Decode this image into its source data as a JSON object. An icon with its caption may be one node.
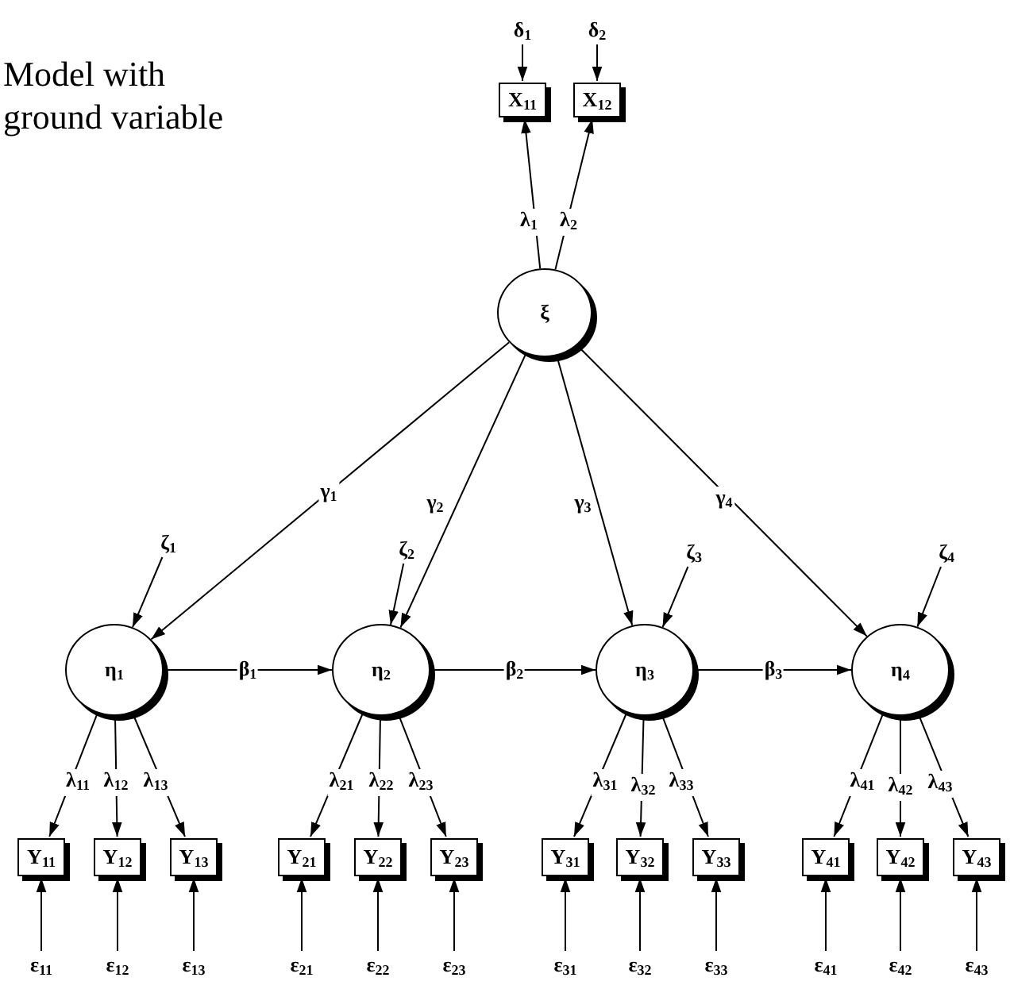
{
  "diagram": {
    "title": "Model with ground variable",
    "nodes": [
      {
        "text": [
          "δ$_{1}$"
        ]
      },
      {
        "text": [
          "δ$_{2}$"
        ]
      },
      {
        "text": [
          "X$_{11}$"
        ]
      },
      {
        "text": [
          "X$_{12}$"
        ]
      },
      {
        "text": [
          "ξ"
        ]
      },
      {
        "text": [
          "ζ$_{1}$"
        ]
      },
      {
        "text": [
          "ζ$_{2}$"
        ]
      },
      {
        "text": [
          "ζ$_{3}$"
        ]
      },
      {
        "text": [
          "ζ$_{4}$"
        ]
      },
      {
        "text": [
          "η$_{1}$"
        ]
      },
      {
        "text": [
          "η$_{2}$"
        ]
      },
      {
        "text": [
          "η$_{3}$"
        ]
      },
      {
        "text": [
          "η$_{4}$"
        ]
      },
      {
        "text": [
          "Y$_{11}$"
        ]
      },
      {
        "text": [
          "Y$_{12}$"
        ]
      },
      {
        "text": [
          "Y$_{13}$"
        ]
      },
      {
        "text": [
          "Y$_{21}$"
        ]
      },
      {
        "text": [
          "Y$_{22}$"
        ]
      },
      {
        "text": [
          "Y$_{23}$"
        ]
      },
      {
        "text": [
          "Y$_{31}$"
        ]
      },
      {
        "text": [
          "Y$_{32}$"
        ]
      },
      {
        "text": [
          "Y$_{33}$"
        ]
      },
      {
        "text": [
          "Y$_{41}$"
        ]
      },
      {
        "text": [
          "Y$_{42}$"
        ]
      },
      {
        "text": [
          "Y$_{43}$"
        ]
      },
      {
        "text": [
          "ε$_{11}$"
        ]
      },
      {
        "text": [
          "ε$_{12}$"
        ]
      },
      {
        "text": [
          "ε$_{13}$"
        ]
      },
      {
        "text": [
          "ε$_{21}$"
        ]
      },
      {
        "text": [
          "ε$_{22}$"
        ]
      },
      {
        "text": [
          "ε$_{23}$"
        ]
      },
      {
        "text": [
          "ε$_{31}$"
        ]
      },
      {
        "text": [
          "ε$_{32}$"
        ]
      },
      {
        "text": [
          "ε$_{33}$"
        ]
      },
      {
        "text": [
          "ε$_{41}$"
        ]
      },
      {
        "text": [
          "ε$_{42}$"
        ]
      },
      {
        "text": [
          "ε$_{43}$"
        ]
      }
    ],
    "edges": [
      {
        "from": 0,
        "to": 2,
        "arrow": "to"
      },
      {
        "from": 1,
        "to": 3,
        "arrow": "to"
      },
      {
        "from": 4,
        "to": 2,
        "arrow": "to",
        "label": "λ$_{1}$"
      },
      {
        "from": 4,
        "to": 3,
        "arrow": "to",
        "label": "λ$_{2}$"
      },
      {
        "from": 4,
        "to": 9,
        "arrow": "to",
        "label": "γ$_{1}$"
      },
      {
        "from": 4,
        "to": 10,
        "arrow": "to",
        "label": "γ$_{2}$"
      },
      {
        "from": 4,
        "to": 11,
        "arrow": "to",
        "label": "γ$_{3}$"
      },
      {
        "from": 4,
        "to": 12,
        "arrow": "to",
        "label": "γ$_{4}$"
      },
      {
        "from": 5,
        "to": 9,
        "arrow": "to"
      },
      {
        "from": 6,
        "to": 10,
        "arrow": "to"
      },
      {
        "from": 7,
        "to": 11,
        "arrow": "to"
      },
      {
        "from": 8,
        "to": 12,
        "arrow": "to"
      },
      {
        "from": 9,
        "to": 10,
        "arrow": "to",
        "label": "β$_{1}$"
      },
      {
        "from": 10,
        "to": 11,
        "arrow": "to",
        "label": "β$_{2}$"
      },
      {
        "from": 11,
        "to": 12,
        "arrow": "to",
        "label": "β$_{3}$"
      },
      {
        "from": 9,
        "to": 13,
        "arrow": "to",
        "label": "λ$_{11}$"
      },
      {
        "from": 9,
        "to": 14,
        "arrow": "to",
        "label": "λ$_{12}$"
      },
      {
        "from": 9,
        "to": 15,
        "arrow": "to",
        "label": "λ$_{13}$"
      },
      {
        "from": 10,
        "to": 16,
        "arrow": "to",
        "label": "λ$_{21}$"
      },
      {
        "from": 10,
        "to": 17,
        "arrow": "to",
        "label": "λ$_{22}$"
      },
      {
        "from": 10,
        "to": 18,
        "arrow": "to",
        "label": "λ$_{23}$"
      },
      {
        "from": 11,
        "to": 19,
        "arrow": "to",
        "label": "λ$_{31}$"
      },
      {
        "from": 11,
        "to": 20,
        "arrow": "to",
        "label": "λ$_{32}$"
      },
      {
        "from": 11,
        "to": 21,
        "arrow": "to",
        "label": "λ$_{33}$"
      },
      {
        "from": 12,
        "to": 22,
        "arrow": "to",
        "label": "λ$_{41}$"
      },
      {
        "from": 12,
        "to": 23,
        "arrow": "to",
        "label": "λ$_{42}$"
      },
      {
        "from": 12,
        "to": 24,
        "arrow": "to",
        "label": "λ$_{43}$"
      },
      {
        "from": 25,
        "to": 13,
        "arrow": "to"
      },
      {
        "from": 26,
        "to": 14,
        "arrow": "to"
      },
      {
        "from": 27,
        "to": 15,
        "arrow": "to"
      },
      {
        "from": 28,
        "to": 16,
        "arrow": "to"
      },
      {
        "from": 29,
        "to": 17,
        "arrow": "to"
      },
      {
        "from": 30,
        "to": 18,
        "arrow": "to"
      },
      {
        "from": 31,
        "to": 19,
        "arrow": "to"
      },
      {
        "from": 32,
        "to": 20,
        "arrow": "to"
      },
      {
        "from": 33,
        "to": 21,
        "arrow": "to"
      },
      {
        "from": 34,
        "to": 22,
        "arrow": "to"
      },
      {
        "from": 35,
        "to": 23,
        "arrow": "to"
      },
      {
        "from": 36,
        "to": 24,
        "arrow": "to"
      }
    ]
  }
}
